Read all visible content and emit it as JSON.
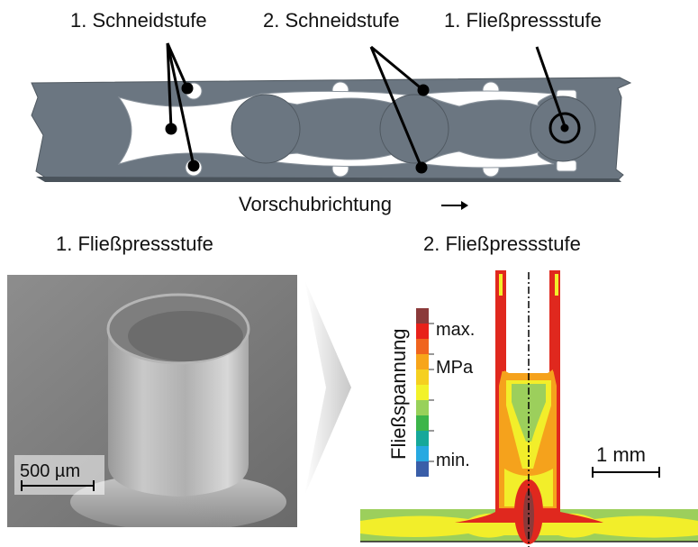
{
  "strip": {
    "labels": {
      "cut1": "1. Schneidstufe",
      "cut2": "2. Schneidstufe",
      "extrude1": "1. Fließpressstufe"
    },
    "feed_direction": "Vorschubrichtung",
    "feed_arrow": "→"
  },
  "photo": {
    "title": "1. Fließpressstufe",
    "scalebar": "500 µm"
  },
  "simulation": {
    "title": "2. Fließpressstufe",
    "legend_title": "Fließspannung",
    "legend_max": "max.",
    "legend_unit": "MPa",
    "legend_min": "min.",
    "legend_colors": [
      "#8b3a3a",
      "#e8211a",
      "#f0641e",
      "#f7a51a",
      "#f5d020",
      "#f2f22a",
      "#98d15a",
      "#3cb54a",
      "#16a89a",
      "#27a9e1",
      "#3a5ea8"
    ],
    "scalebar": "1 mm",
    "colors": {
      "red": "#e0281e",
      "orange": "#f5a21c",
      "yellow": "#f2ee2a",
      "green": "#9ccf5c"
    }
  }
}
